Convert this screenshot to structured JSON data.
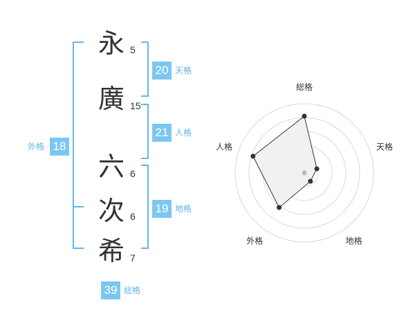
{
  "characters": [
    {
      "char": "永",
      "strokes": "5"
    },
    {
      "char": "廣",
      "strokes": "15"
    },
    {
      "char": "六",
      "strokes": "6"
    },
    {
      "char": "次",
      "strokes": "6"
    },
    {
      "char": "希",
      "strokes": "7"
    }
  ],
  "fortunes": {
    "tenkaku": {
      "value": "20",
      "label": "天格"
    },
    "jinkaku": {
      "value": "21",
      "label": "人格"
    },
    "chikaku": {
      "value": "19",
      "label": "地格"
    },
    "gaikaku": {
      "value": "18",
      "label": "外格"
    },
    "soukaku": {
      "value": "39",
      "label": "総格"
    }
  },
  "chart_data": {
    "type": "radar",
    "axes": [
      "総格",
      "天格",
      "地格",
      "外格",
      "人格"
    ],
    "values": [
      0.82,
      0.19,
      0.15,
      0.62,
      0.78
    ],
    "rings": 5,
    "colors": {
      "fill": "#f0f0f0",
      "stroke": "#333333",
      "grid": "#d8d8d8",
      "center": "#bbbbbb"
    }
  },
  "colors": {
    "accent": "#7cc7f2",
    "bracket": "#62b6ea",
    "text": "#333333"
  }
}
